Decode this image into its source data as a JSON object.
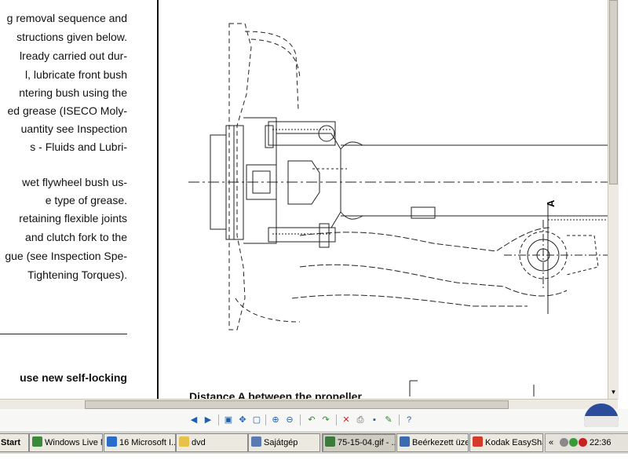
{
  "document": {
    "left_lines": [
      "g removal sequence and",
      "structions given below.",
      "lready carried out dur-",
      "l, lubricate front bush",
      "ntering bush using the",
      "ed grease (ISECO Moly-",
      "uantity see Inspection",
      "s - Fluids and Lubri-",
      "",
      "wet flywheel bush us-",
      "e type of grease.",
      "retaining flexible joints",
      "and clutch fork to the",
      "gue (see Inspection Spe-",
      "Tightening Torques).",
      "",
      "",
      "",
      "",
      "use new self-locking"
    ],
    "caption": "Distance A between the propeller",
    "dimension_label": "A"
  },
  "toolbar": {
    "buttons": [
      "prev-icon",
      "next-icon",
      "fit-icon",
      "move-icon",
      "actual-size-icon",
      "zoom-in-icon",
      "zoom-out-icon",
      "rotate-left-icon",
      "rotate-right-icon",
      "delete-icon",
      "print-icon",
      "save-icon",
      "edit-icon",
      "help-icon"
    ]
  },
  "taskbar": {
    "start_label": "Start",
    "tasks": [
      {
        "label": "Windows Live M...",
        "icon": "messenger-icon",
        "color": "#3a8a3a"
      },
      {
        "label": "16 Microsoft I...",
        "icon": "ie-icon",
        "color": "#2a6cc8"
      },
      {
        "label": "dvd",
        "icon": "folder-icon",
        "color": "#e6c24a"
      },
      {
        "label": "Sajátgép",
        "icon": "computer-icon",
        "color": "#5a7ab0"
      },
      {
        "label": "75-15-04.gif - ...",
        "icon": "image-viewer-icon",
        "color": "#3b7a3b"
      },
      {
        "label": "Beérkezett üze...",
        "icon": "mail-icon",
        "color": "#3a6ab0"
      },
      {
        "label": "Kodak EasyShar...",
        "icon": "kodak-icon",
        "color": "#d43a2a"
      }
    ],
    "tray_chevron": "«",
    "clock": "22:36"
  }
}
